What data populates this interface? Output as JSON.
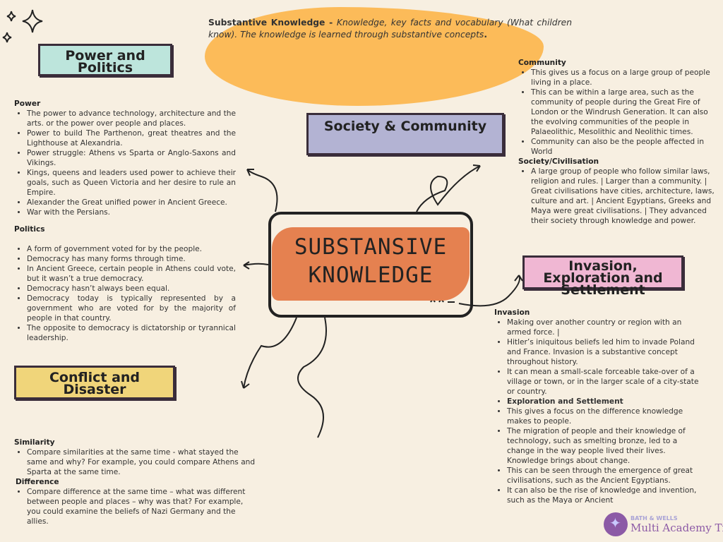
{
  "intro": {
    "bold": "Substantive Knowledge - ",
    "italic": "Knowledge, key facts and vocabulary (What children know). The knowledge is learned through substantive concepts",
    "end": "."
  },
  "center_title": "SUBSTANSIVE KNOWLEDGE",
  "labels": {
    "power": "Power and Politics",
    "society": "Society & Community",
    "invasion": "Invasion, Exploration and Settlement",
    "conflict": "Conflict and Disaster"
  },
  "colors": {
    "background": "#f7efe1",
    "blob": "#fcbb59",
    "center": "#e58150",
    "power": "#bde5dc",
    "society": "#b3b3d3",
    "invasion": "#f0b7d3",
    "conflict": "#f0d57a"
  },
  "power": {
    "heading": "Power",
    "items": [
      "The power to advance technology, architecture and the arts. or the power over people and places.",
      "Power to build The Parthenon, great theatres and the Lighthouse at Alexandria.",
      "Power struggle: Athens vs Sparta or Anglo-Saxons and Vikings.",
      "Kings, queens and leaders used power to achieve their goals, such as Queen Victoria and her desire to rule an Empire.",
      "Alexander the Great unified power in Ancient Greece.",
      "War with the Persians."
    ]
  },
  "politics": {
    "heading": "Politics",
    "items": [
      "A form of government voted for by the people.",
      "Democracy has many forms through time.",
      "In Ancient Greece, certain people in Athens could vote, but it wasn’t a true democracy.",
      "Democracy hasn’t always been equal.",
      "Democracy today is typically represented by a government who are voted for by the majority of people in that country.",
      "The opposite to democracy is dictatorship or tyrannical leadership."
    ]
  },
  "community": {
    "heading": "Community",
    "items": [
      "This gives us a focus on a large group of people living in a place.",
      "This can be within a large area, such as the community of people during the Great Fire of London or the Windrush Generation. It can also the evolving communities of the people in Palaeolithic, Mesolithic and Neolithic times.",
      "Community can also be the people affected in World"
    ]
  },
  "society": {
    "heading": "Society/Civilisation",
    "items": [
      "A large group of people who follow similar laws, religion and rules. | Larger than a community. | Great civilisations have cities, architecture, laws, culture and art. | Ancient Egyptians, Greeks and Maya were great civilisations. | They advanced their society through knowledge and power."
    ]
  },
  "invasion": {
    "heading": "Invasion",
    "items": [
      "Making over another country or region with an armed force. |",
      "Hitler’s iniquitous beliefs led him to invade Poland and France. Invasion is a substantive concept throughout history.",
      "It can mean a small-scale forceable take-over of a village or town, or in the larger scale of a city-state or country."
    ],
    "subheading": "Exploration and Settlement",
    "items2": [
      "This gives a focus on the difference knowledge makes to people.",
      "The migration of people and their knowledge of technology, such as smelting bronze, led to a change in the way people lived their lives. Knowledge brings about change.",
      "This can be seen through the emergence of great civilisations, such as the Ancient Egyptians.",
      "It can also be the rise of knowledge and invention, such as the Maya or Ancient"
    ]
  },
  "similarity": {
    "heading": "Similarity",
    "items": [
      "Compare similarities at the same time - what stayed the same and why? For example, you could compare Athens and Sparta at the same time."
    ]
  },
  "difference": {
    "heading": "Difference",
    "items": [
      "Compare difference at the same time – what was different between people and places – why was that? For example, you could examine the beliefs of Nazi Germany and the allies."
    ]
  },
  "logo": {
    "line1": "BATH & WELLS",
    "line2": "Multi Academy Trust"
  }
}
